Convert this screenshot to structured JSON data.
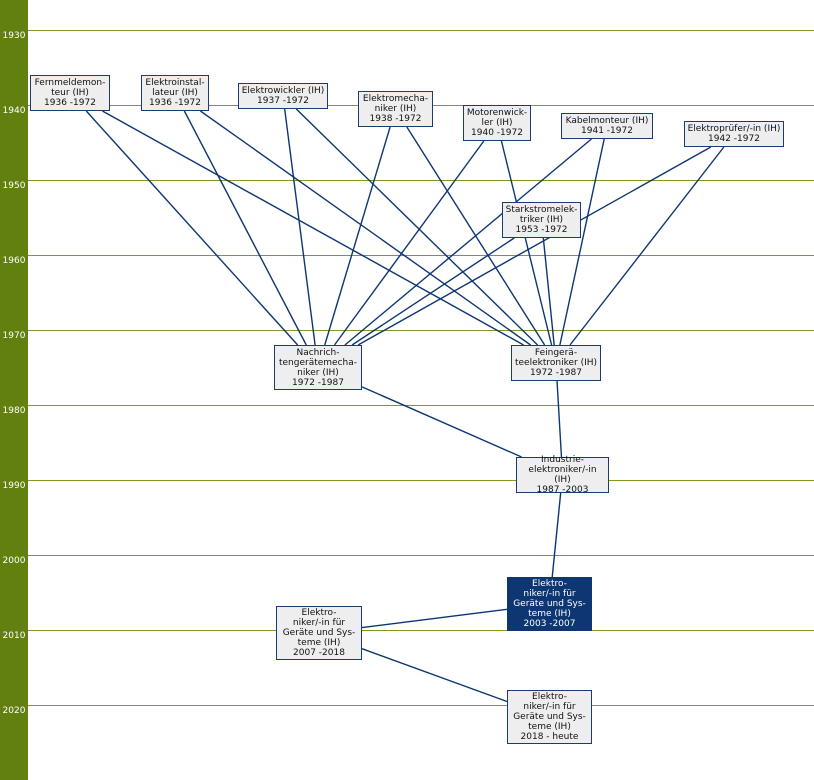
{
  "timeline": {
    "years": [
      "1930",
      "1940",
      "1950",
      "1960",
      "1970",
      "1980",
      "1990",
      "2000",
      "2010",
      "2020"
    ]
  },
  "colors": {
    "axis": "#62800f",
    "grid": "#7f9a1f",
    "link": "#0d3672",
    "node_fill": "#eeeeee",
    "current_fill": "#0d3672"
  },
  "nodes": [
    {
      "id": "fernmelde",
      "name": "Fernmeldemon-\nteur (IH)",
      "period": "1936 -1972"
    },
    {
      "id": "elektroinstallateur",
      "name": "Elektroinstal-\nlateur (IH)",
      "period": "1936 -1972"
    },
    {
      "id": "elektrowickler",
      "name": "Elektrowickler (IH)",
      "period": "1937 -1972"
    },
    {
      "id": "elektromechaniker",
      "name": "Elektromecha-\nniker (IH)",
      "period": "1938 -1972"
    },
    {
      "id": "motorenwickler",
      "name": "Motorenwick-\nler (IH)",
      "period": "1940 -1972"
    },
    {
      "id": "kabelmonteur",
      "name": "Kabelmonteur (IH)",
      "period": "1941 -1972"
    },
    {
      "id": "elektropruefer",
      "name": "Elektroprüfer/-in (IH)",
      "period": "1942 -1972"
    },
    {
      "id": "starkstrom",
      "name": "Starkstromelek-\ntriker (IH)",
      "period": "1953 -1972"
    },
    {
      "id": "nachrichten",
      "name": "Nachrich-\ntengerätemecha-\nniker (IH)",
      "period": "1972 -1987"
    },
    {
      "id": "feingeraete",
      "name": "Feingerä-\nteelektroniker (IH)",
      "period": "1972 -1987"
    },
    {
      "id": "industrie",
      "name": "Industrie-\nelektroniker/-in (IH)",
      "period": "1987 -2003"
    },
    {
      "id": "egs2003",
      "name": "Elektro-\nniker/-in für\nGeräte und Sys-\nteme (IH)",
      "period": "2003 -2007",
      "current": true
    },
    {
      "id": "egs2007",
      "name": "Elektro-\nniker/-in für\nGeräte und Sys-\nteme (IH)",
      "period": "2007 -2018"
    },
    {
      "id": "egs2018",
      "name": "Elektro-\nniker/-in  für\nGeräte und Sys-\nteme (IH)",
      "period": "2018 - heute"
    }
  ],
  "links": [
    [
      "fernmelde",
      "nachrichten"
    ],
    [
      "fernmelde",
      "feingeraete"
    ],
    [
      "elektroinstallateur",
      "nachrichten"
    ],
    [
      "elektroinstallateur",
      "feingeraete"
    ],
    [
      "elektrowickler",
      "nachrichten"
    ],
    [
      "elektrowickler",
      "feingeraete"
    ],
    [
      "elektromechaniker",
      "nachrichten"
    ],
    [
      "elektromechaniker",
      "feingeraete"
    ],
    [
      "motorenwickler",
      "nachrichten"
    ],
    [
      "motorenwickler",
      "feingeraete"
    ],
    [
      "kabelmonteur",
      "nachrichten"
    ],
    [
      "kabelmonteur",
      "feingeraete"
    ],
    [
      "elektropruefer",
      "nachrichten"
    ],
    [
      "elektropruefer",
      "feingeraete"
    ],
    [
      "starkstrom",
      "nachrichten"
    ],
    [
      "starkstrom",
      "feingeraete"
    ],
    [
      "nachrichten",
      "industrie"
    ],
    [
      "feingeraete",
      "industrie"
    ],
    [
      "industrie",
      "egs2003"
    ],
    [
      "egs2003",
      "egs2007"
    ],
    [
      "egs2007",
      "egs2018"
    ]
  ]
}
